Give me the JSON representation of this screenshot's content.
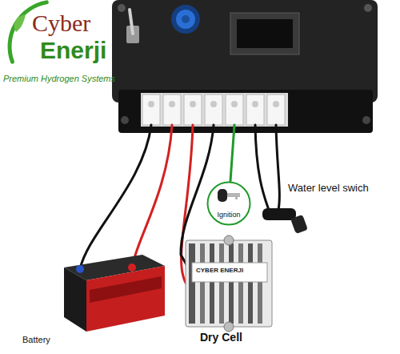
{
  "diagram": {
    "nodes": [
      {
        "text": [
          "Cyber",
          "Enerji",
          "Premium Hydrogen Systems"
        ]
      },
      {
        "text": [
          "Ignition"
        ]
      }
    ],
    "labels": [
      "Water level swich",
      "Battery",
      "Dry Cell",
      "CYBER ENERJI"
    ]
  }
}
